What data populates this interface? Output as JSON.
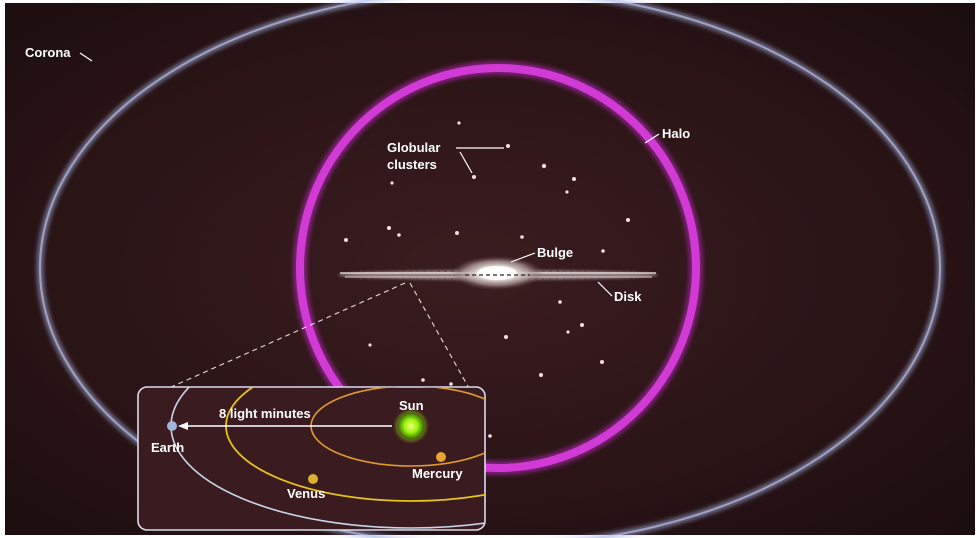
{
  "labels": {
    "corona": "Corona",
    "halo": "Halo",
    "globular_clusters_line1": "Globular",
    "globular_clusters_line2": "clusters",
    "bulge": "Bulge",
    "disk": "Disk",
    "inset_distance": "8 light minutes",
    "sun": "Sun",
    "earth": "Earth",
    "mercury": "Mercury",
    "venus": "Venus"
  },
  "colors": {
    "space_background": "#2a1416",
    "corona_ring": "#a9b4e6",
    "halo_ring": "#c02bc4",
    "sun": "#9cf20d",
    "earth": "#9fb6d8",
    "mercury": "#e8a330",
    "venus": "#e0b030",
    "orbit_mercury": "#e09a2e",
    "orbit_venus": "#e8c21c",
    "orbit_earth": "#c7d3e8",
    "inset_border": "#d8dcef"
  }
}
